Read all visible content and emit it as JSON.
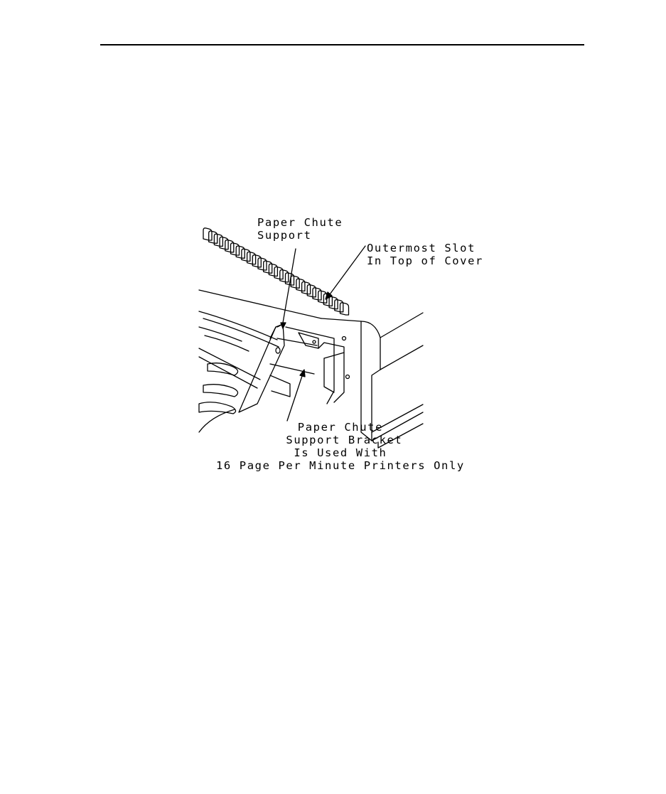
{
  "figure": {
    "callouts": {
      "paper_chute_support": "Paper Chute\nSupport",
      "outermost_slot": "Outermost Slot\nIn Top of Cover",
      "support_bracket": "Paper Chute\n Support Bracket\nIs Used With\n16 Page Per Minute Printers Only"
    }
  }
}
